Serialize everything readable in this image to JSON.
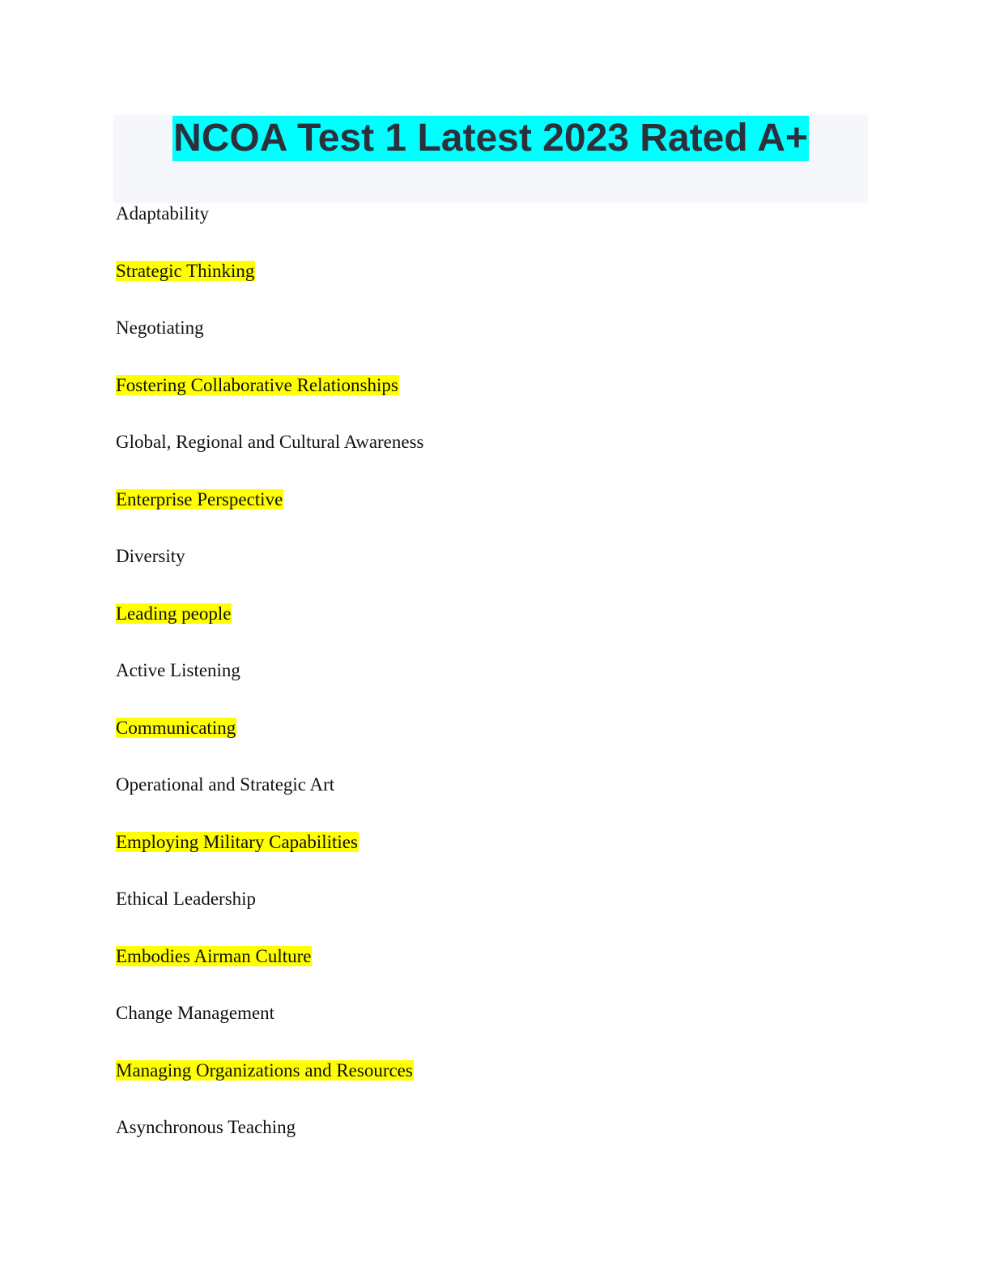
{
  "document": {
    "title": "NCOA Test 1 Latest 2023 Rated A+",
    "items": [
      {
        "text": "Adaptability",
        "highlighted": false
      },
      {
        "text": "Strategic Thinking",
        "highlighted": true
      },
      {
        "text": "Negotiating",
        "highlighted": false
      },
      {
        "text": "Fostering Collaborative Relationships",
        "highlighted": true
      },
      {
        "text": "Global, Regional and Cultural Awareness",
        "highlighted": false
      },
      {
        "text": "Enterprise Perspective",
        "highlighted": true
      },
      {
        "text": "Diversity",
        "highlighted": false
      },
      {
        "text": "Leading people",
        "highlighted": true
      },
      {
        "text": "Active Listening",
        "highlighted": false
      },
      {
        "text": "Communicating",
        "highlighted": true
      },
      {
        "text": "Operational and Strategic Art",
        "highlighted": false
      },
      {
        "text": "Employing Military Capabilities",
        "highlighted": true
      },
      {
        "text": "Ethical Leadership",
        "highlighted": false
      },
      {
        "text": "Embodies Airman Culture",
        "highlighted": true
      },
      {
        "text": "Change Management",
        "highlighted": false
      },
      {
        "text": "Managing Organizations and Resources",
        "highlighted": true
      },
      {
        "text": "Asynchronous Teaching",
        "highlighted": false
      }
    ]
  },
  "colors": {
    "title_highlight": "#00ffff",
    "item_highlight": "#ffff00",
    "title_text": "#2b303b",
    "title_band": "#f6f7fa"
  }
}
